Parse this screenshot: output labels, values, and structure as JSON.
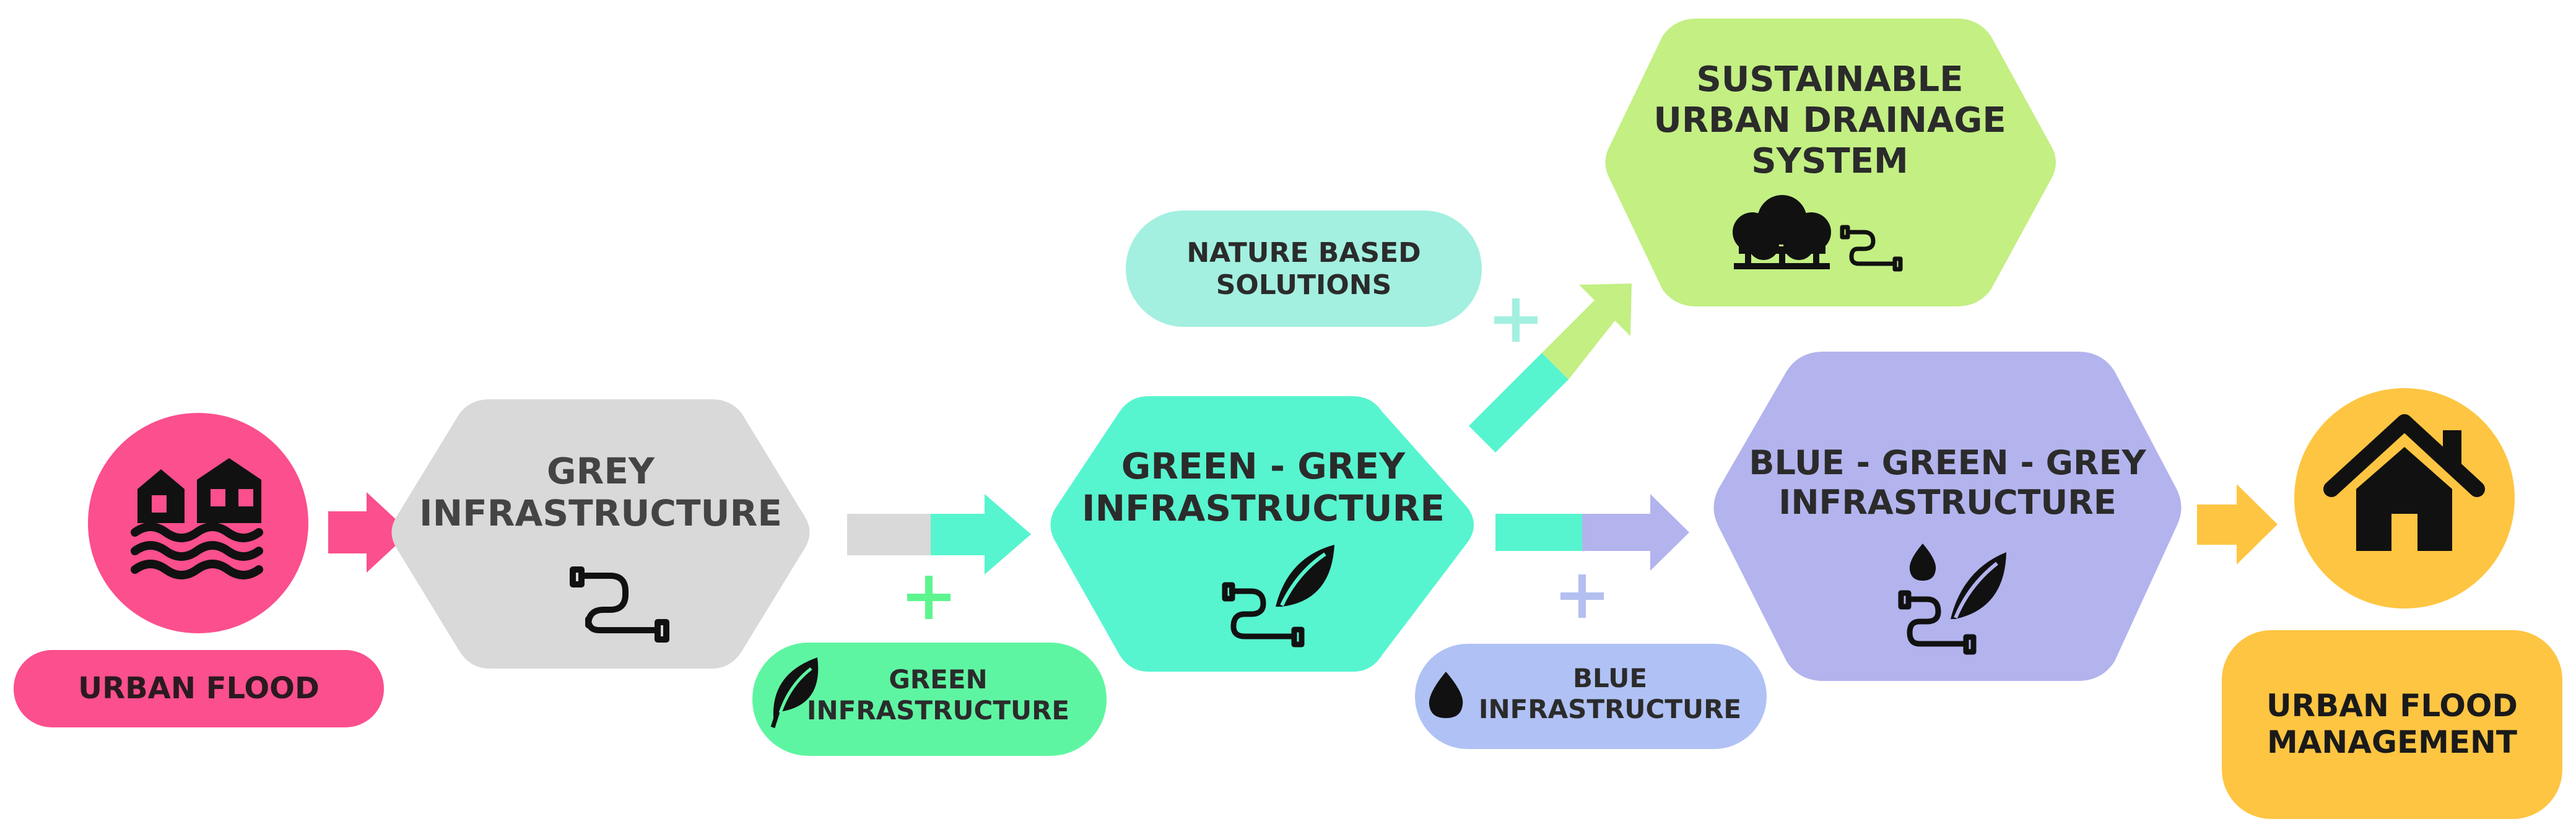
{
  "colors": {
    "flood": "#fb4f8e",
    "grey": "#d9d9d9",
    "green_grey": "#56f5cf",
    "green": "#5ef5a2",
    "nbs": "#a3f0e0",
    "suds": "#c3ef83",
    "blue_ggi": "#b3b3ee",
    "blue": "#b0c1f5",
    "ufm": "#fec542",
    "plus_green": "#5ef58f",
    "plus_nbs": "#a3f0e0",
    "plus_blue": "#b3bff0",
    "icon": "#111111",
    "text": "#2b2b2b"
  },
  "nodes": {
    "urban_flood": {
      "label": "URBAN FLOOD",
      "icon": "flooded-houses-icon"
    },
    "grey": {
      "label": "GREY\nINFRASTRUCTURE",
      "icon": "pipe-icon"
    },
    "green": {
      "label": "GREEN\nINFRASTRUCTURE",
      "icon": "leaf-icon"
    },
    "green_grey": {
      "label": "GREEN - GREY\nINFRASTRUCTURE",
      "icon": "leaf-pipe-icon"
    },
    "nbs": {
      "label": "NATURE BASED\nSOLUTIONS"
    },
    "suds": {
      "label": "SUSTAINABLE\nURBAN DRAINAGE\nSYSTEM",
      "icon": "trees-pipe-icon"
    },
    "blue": {
      "label": "BLUE\nINFRASTRUCTURE",
      "icon": "water-drop-icon"
    },
    "blue_green_grey": {
      "label": "BLUE - GREEN - GREY\nINFRASTRUCTURE",
      "icon": "drop-leaf-pipe-icon"
    },
    "ufm": {
      "label": "URBAN FLOOD\nMANAGEMENT",
      "icon": "house-icon"
    }
  },
  "plus_symbol": "+"
}
